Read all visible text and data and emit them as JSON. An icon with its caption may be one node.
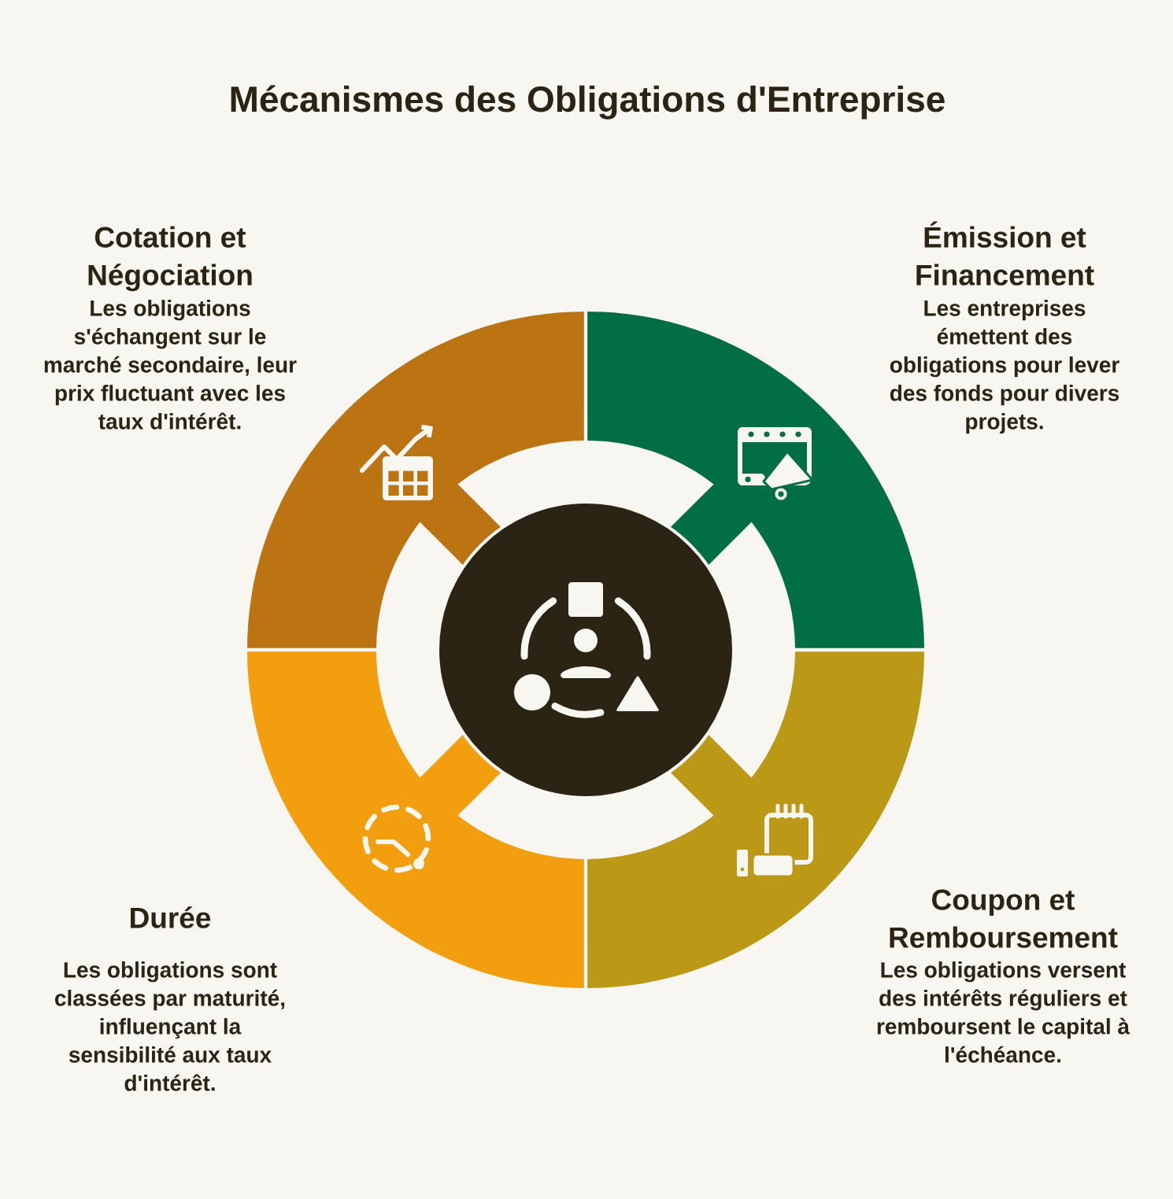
{
  "diagram": {
    "title": "Mécanismes des Obligations d'Entreprise",
    "nodes": [
      {
        "text": [],
        "shape": "sector",
        "beside": [
          "Cotation et Négociation",
          "Les obligations s'échangent sur le marché secondaire, leur prix fluctuant avec les taux d'intérêt."
        ]
      },
      {
        "text": [],
        "shape": "sector",
        "beside": [
          "Émission et Financement",
          "Les entreprises émettent des obligations pour lever des fonds pour divers projets."
        ]
      },
      {
        "text": [],
        "shape": "sector",
        "beside": [
          "Durée",
          "Les obligations sont classées par maturité, influençant la sensibilité aux taux d'intérêt."
        ]
      },
      {
        "text": [],
        "shape": "sector",
        "beside": [
          "Coupon et Remboursement",
          "Les obligations versent des intérêts réguliers et remboursent le capital à l'échéance."
        ]
      },
      {
        "text": [],
        "shape": "circle"
      }
    ]
  }
}
